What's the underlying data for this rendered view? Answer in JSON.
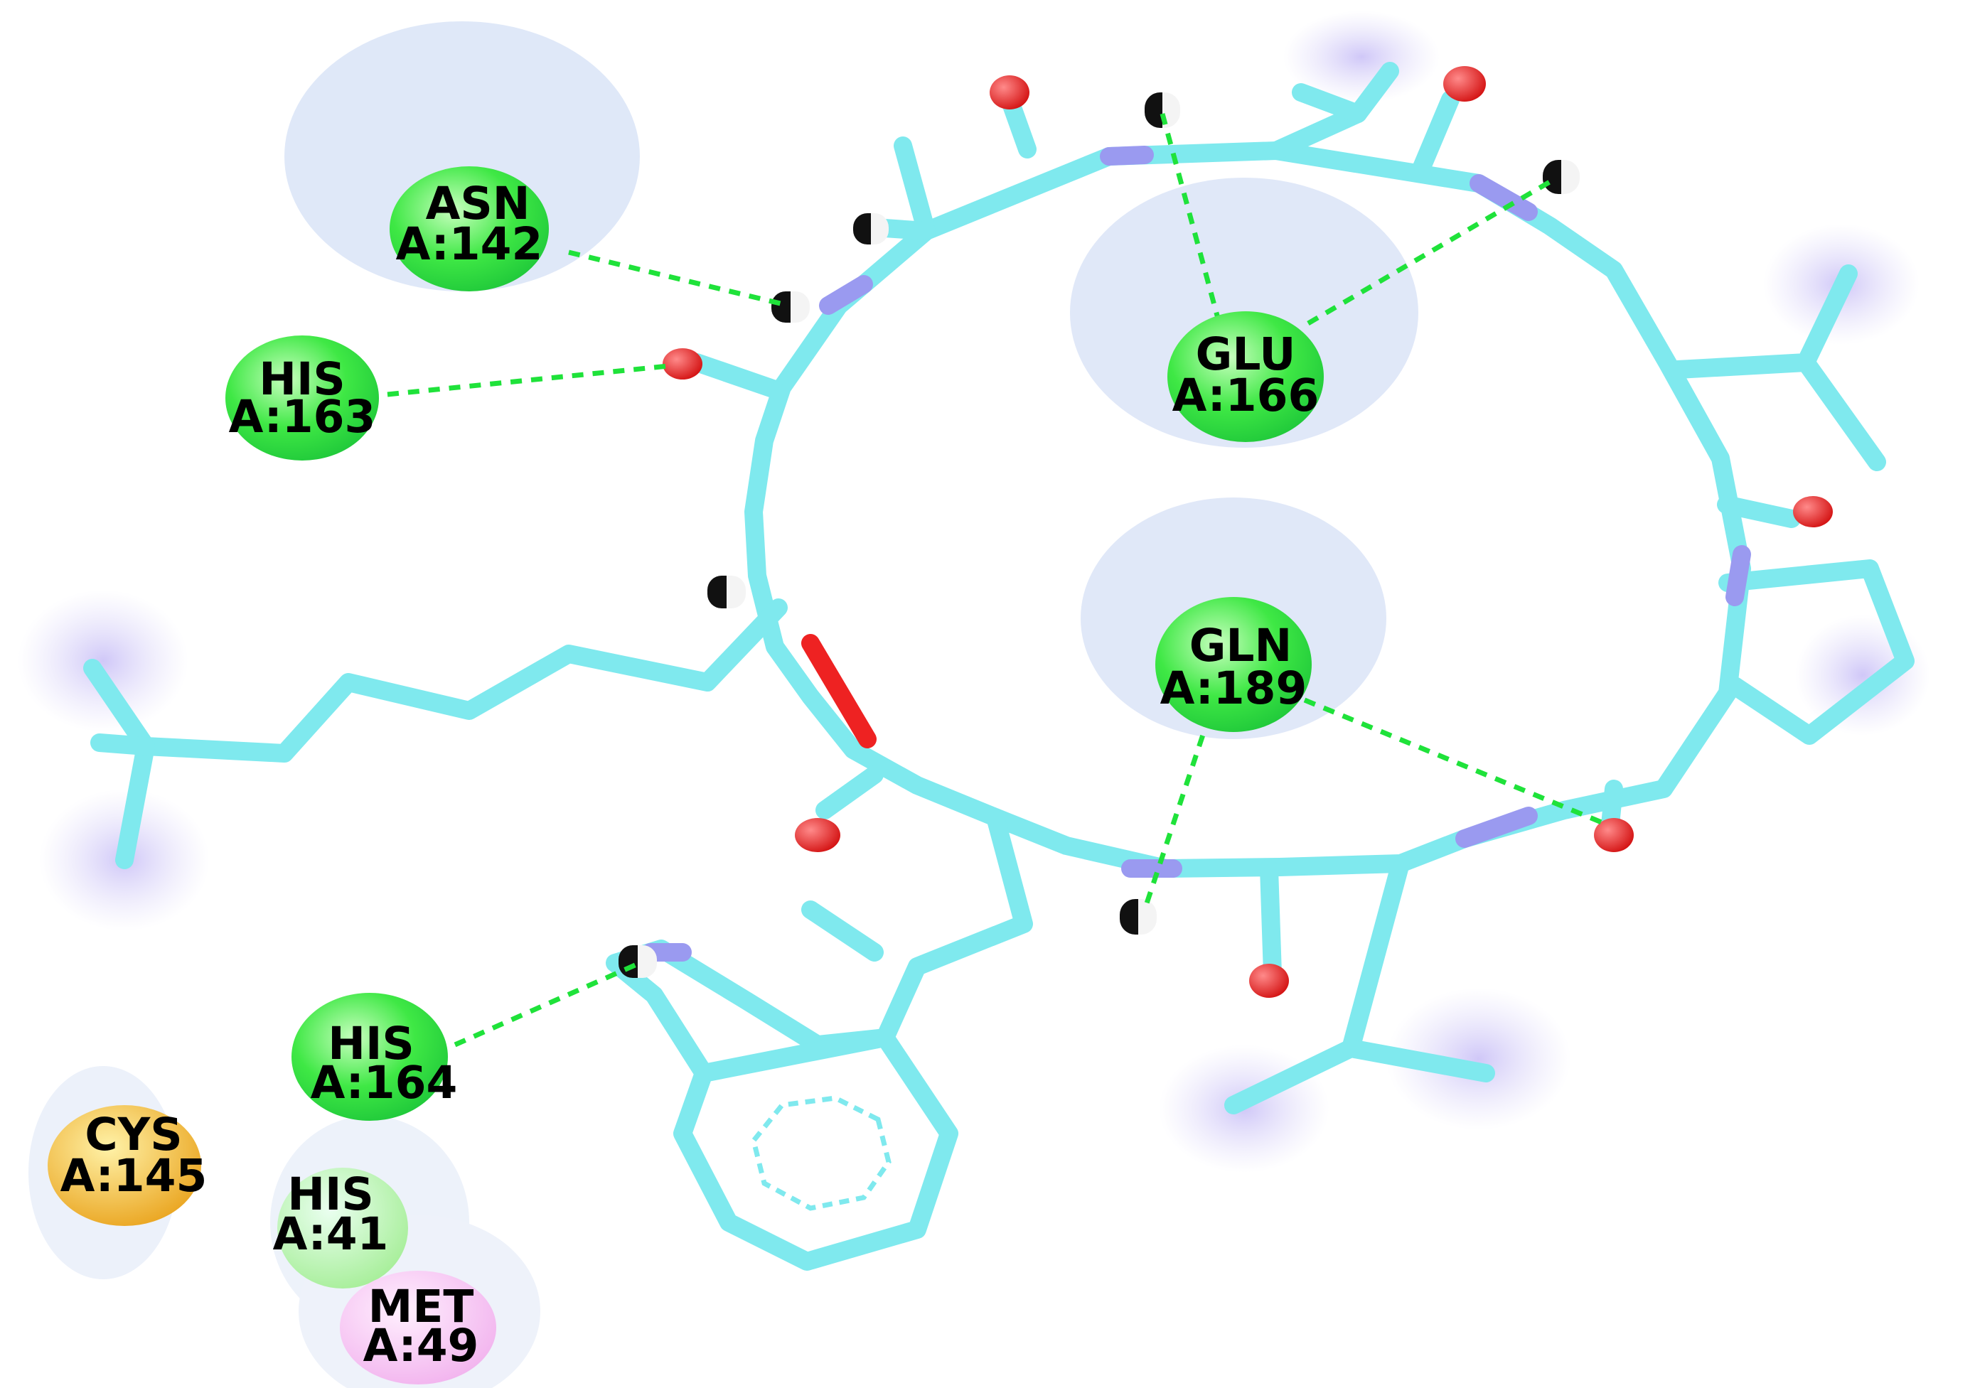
{
  "residues": [
    {
      "id": "asn142",
      "name": "ASN",
      "number": "A:142",
      "type": "hbond",
      "color": "#2fe33a"
    },
    {
      "id": "his163",
      "name": "HIS",
      "number": "A:163",
      "type": "hbond",
      "color": "#2fe33a"
    },
    {
      "id": "glu166",
      "name": "GLU",
      "number": "A:166",
      "type": "hbond",
      "color": "#2fe33a"
    },
    {
      "id": "gln189",
      "name": "GLN",
      "number": "A:189",
      "type": "hbond",
      "color": "#2fe33a"
    },
    {
      "id": "his164",
      "name": "HIS",
      "number": "A:164",
      "type": "hbond",
      "color": "#2fe33a"
    },
    {
      "id": "cys145",
      "name": "CYS",
      "number": "A:145",
      "type": "sulfur",
      "color": "#f0b526"
    },
    {
      "id": "his41",
      "name": "HIS",
      "number": "A:41",
      "type": "van-der-waals",
      "color": "#a9ef9e"
    },
    {
      "id": "met49",
      "name": "MET",
      "number": "A:49",
      "type": "pi-alkyl",
      "color": "#f3b9f0"
    }
  ],
  "colors": {
    "carbon": "#7fe9ee",
    "nitrogen": "#9a9af0",
    "oxygen": "#ee2222",
    "hydrogen": "#ffffff",
    "hbond": "#1fe23a",
    "solvent_halo": "#dbe6f8",
    "hydrophobic_halo": "#b6a9f0"
  }
}
